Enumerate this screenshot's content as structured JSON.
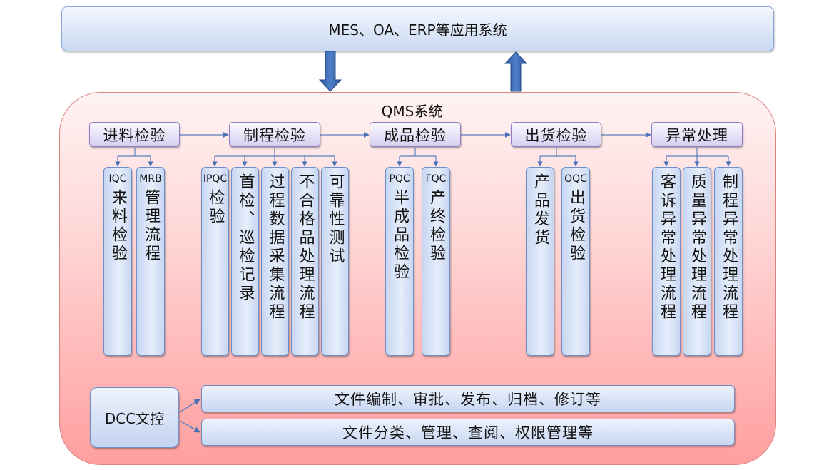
{
  "top_system": {
    "label": "MES、OA、ERP等应用系统"
  },
  "qms": {
    "title": "QMS系统"
  },
  "stages": [
    {
      "label": "进料检验",
      "items": [
        {
          "code": "IQC",
          "text": "来料检验"
        },
        {
          "code": "MRB",
          "text": "管理流程"
        }
      ]
    },
    {
      "label": "制程检验",
      "items": [
        {
          "code": "IPQC",
          "text": "检验"
        },
        {
          "code": "",
          "text": "首检、巡检记录"
        },
        {
          "code": "",
          "text": "过程数据采集流程"
        },
        {
          "code": "",
          "text": "不合格品处理流程"
        },
        {
          "code": "",
          "text": "可靠性测试"
        }
      ]
    },
    {
      "label": "成品检验",
      "items": [
        {
          "code": "PQC",
          "text": "半成品检验"
        },
        {
          "code": "FQC",
          "text": "产终检验"
        }
      ]
    },
    {
      "label": "出货检验",
      "items": [
        {
          "code": "",
          "text": "产品发货"
        },
        {
          "code": "OQC",
          "text": "出货检验"
        }
      ]
    },
    {
      "label": "异常处理",
      "items": [
        {
          "code": "",
          "text": "客诉异常处理流程"
        },
        {
          "code": "",
          "text": "质量异常处理流程"
        },
        {
          "code": "",
          "text": "制程异常处理流程"
        }
      ]
    }
  ],
  "dcc": {
    "label": "DCC文控",
    "items": [
      "文件编制、审批、发布、归档、修订等",
      "文件分类、管理、查阅、权限管理等"
    ]
  },
  "colors": {
    "panel_fill": "#ffb3b3",
    "panel_border": "#d9847e",
    "stage_fill": "#ddd5f2",
    "column_fill": "#cfdcf4",
    "arrow_fill": "#3e6cb0"
  }
}
